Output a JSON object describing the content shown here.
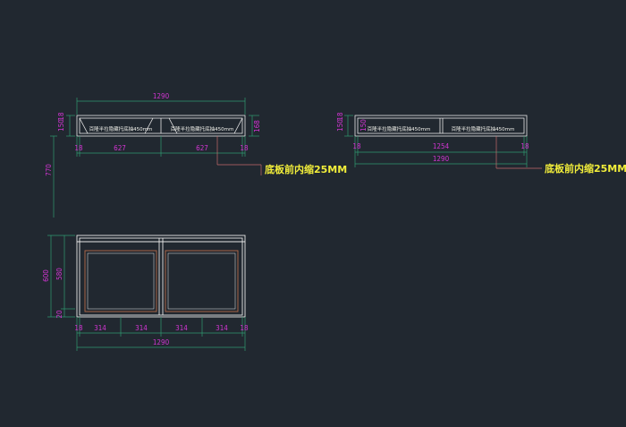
{
  "colors": {
    "background": "#212830",
    "dimension": "#d335d3",
    "dim_line": "#2f9a70",
    "outline": "#e8e8e8",
    "note": "#f2ee3a",
    "panel": "#b56a4a",
    "leader": "#c46a6a"
  },
  "front_view_left": {
    "width_total": "1290",
    "height_a": "150",
    "height_b": "18",
    "depth": "168",
    "side_left": "18",
    "span_left": "627",
    "span_right": "627",
    "side_right": "18",
    "drawer_left": "百隆半拉隐藏托底抽450mm",
    "drawer_right": "百隆半拉隐藏托底抽450mm",
    "note": "底板前内缩25MM",
    "overall_height": "770"
  },
  "front_view_right": {
    "height_a": "150",
    "height_b": "18",
    "side_text": "150",
    "side_left": "18",
    "span": "1254",
    "side_right": "18",
    "width_total": "1290",
    "drawer_left": "百隆半拉隐藏托底抽450mm",
    "drawer_right": "百隆半拉隐藏托底抽450mm",
    "note": "底板前内缩25MM"
  },
  "door_view": {
    "height_total": "600",
    "height_door": "580",
    "height_base": "20",
    "d1": "18",
    "d2": "314",
    "d3": "314",
    "d4": "314",
    "d5": "314",
    "d6": "18",
    "width_total": "1290"
  }
}
